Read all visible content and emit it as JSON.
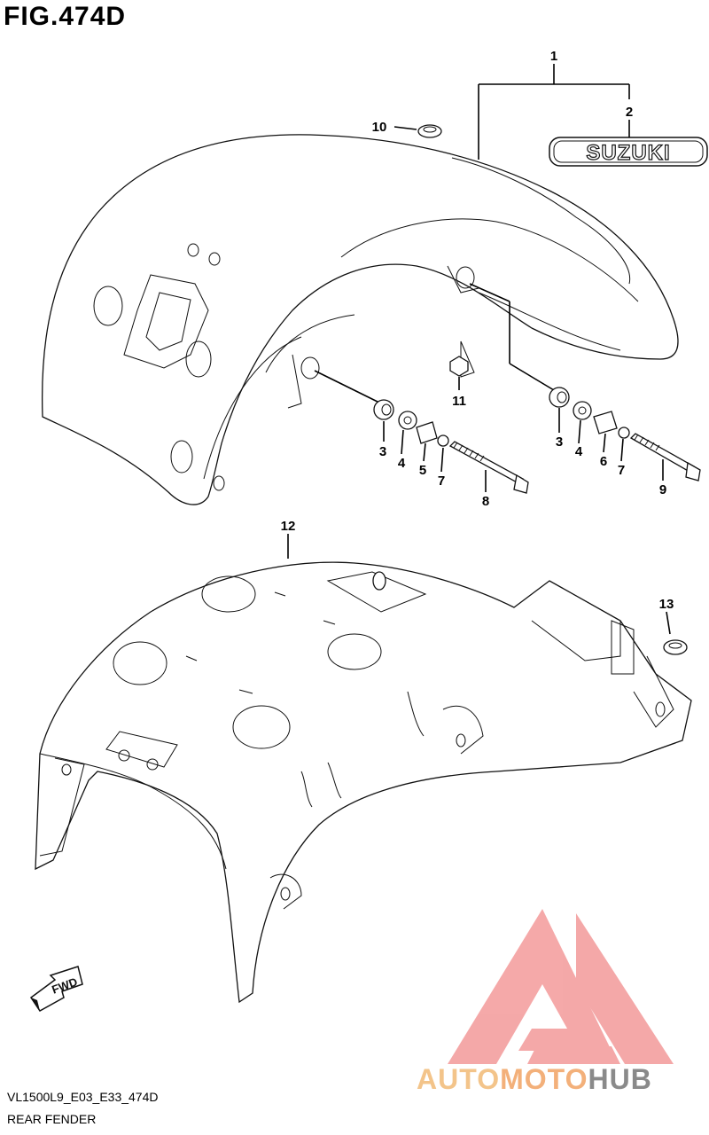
{
  "header": {
    "figure_title": "FIG.474D"
  },
  "footer": {
    "model_code": "VL1500L9_E03_E33_474D",
    "section_title": "REAR FENDER"
  },
  "emblem": {
    "text": "SUZUKI"
  },
  "fwd_arrow": {
    "text": "FWD"
  },
  "watermark": {
    "text_auto": "AUTO",
    "text_moto": "MOTO",
    "text_hub": "HUB",
    "colors": {
      "auto": "#f3c48a",
      "moto": "#f3c48a",
      "hub": "#8a8a8a",
      "logo": "#f08a8a"
    }
  },
  "callouts": {
    "c1": "1",
    "c2": "2",
    "c3a": "3",
    "c3b": "3",
    "c4a": "4",
    "c4b": "4",
    "c5": "5",
    "c6": "6",
    "c7a": "7",
    "c7b": "7",
    "c8": "8",
    "c9": "9",
    "c10": "10",
    "c11": "11",
    "c12": "12",
    "c13": "13"
  }
}
